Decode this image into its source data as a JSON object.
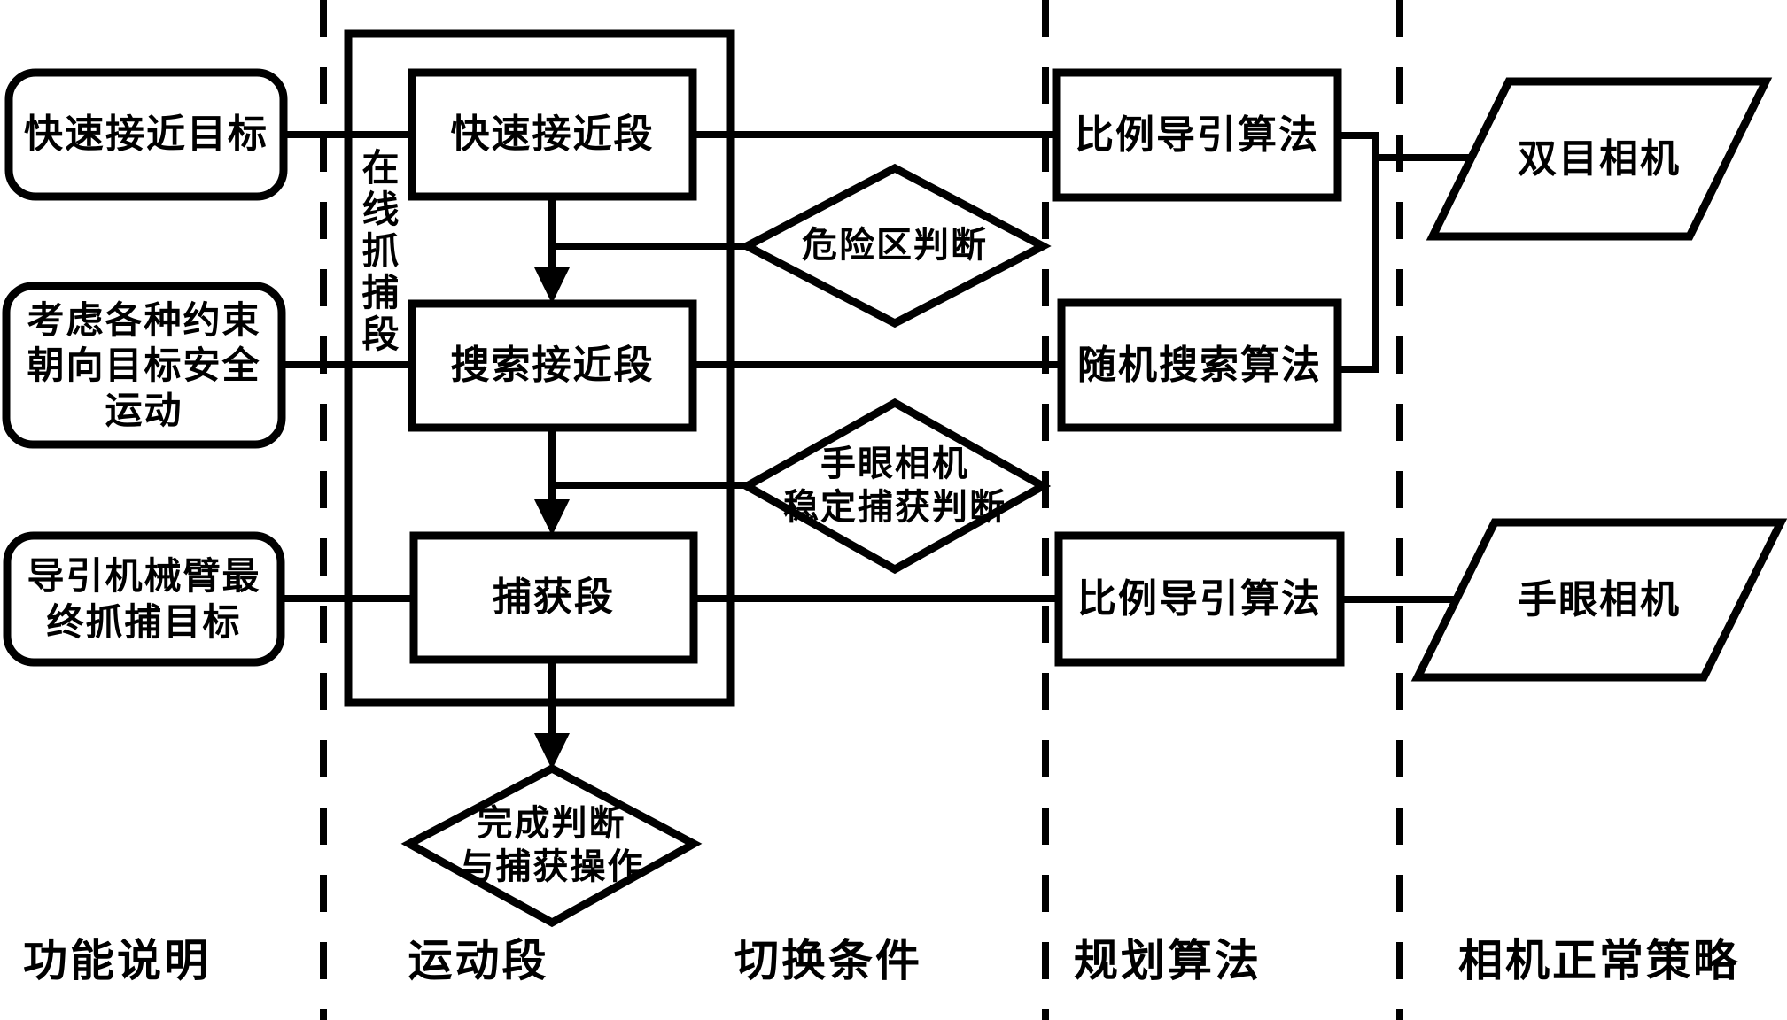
{
  "figure": {
    "background": "#ffffff",
    "ink": "#000000",
    "type": "flowchart"
  },
  "columns": {
    "col1": "功能说明",
    "col2": "运动段",
    "col3": "切换条件",
    "col4": "规划算法",
    "col5": "相机正常策略"
  },
  "notes": {
    "note1": "快速接近目标",
    "note2": "考虑各种约束\n朝向目标安全\n运动",
    "note3": "导引机械臂最\n终抓捕目标"
  },
  "container": {
    "vertical_label": "在线抓捕段"
  },
  "phases": {
    "phase1": "快速接近段",
    "phase2": "搜索接近段",
    "phase3": "捕获段"
  },
  "conditions": {
    "cond1": "危险区判断",
    "cond2": "手眼相机\n稳定捕获判断",
    "cond3": "完成判断\n与捕获操作"
  },
  "algorithms": {
    "algo1": "比例导引算法",
    "algo2": "随机搜索算法",
    "algo3": "比例导引算法"
  },
  "cameras": {
    "camera1": "双目相机",
    "camera2": "手眼相机"
  }
}
